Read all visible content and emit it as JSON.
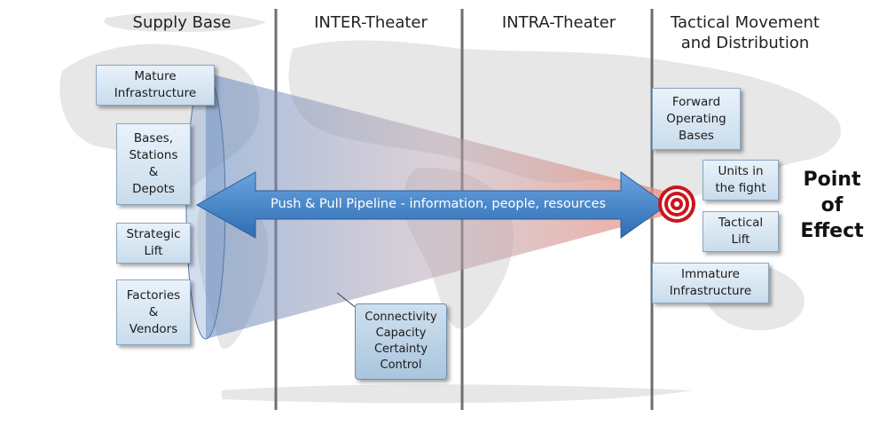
{
  "headers": {
    "supply_base": "Supply Base",
    "inter_theater": "INTER-Theater",
    "intra_theater": "INTRA-Theater",
    "tactical": [
      "Tactical Movement",
      "and Distribution"
    ]
  },
  "supply_boxes": {
    "mature_infrastructure": [
      "Mature",
      "Infrastructure"
    ],
    "bases_stations_depots": [
      "Bases,",
      "Stations",
      "&",
      "Depots"
    ],
    "strategic_lift": [
      "Strategic",
      "Lift"
    ],
    "factories_vendors": [
      "Factories",
      "&",
      "Vendors"
    ]
  },
  "tactical_boxes": {
    "forward_operating_bases": [
      "Forward",
      "Operating",
      "Bases"
    ],
    "units_in_fight": [
      "Units in",
      "the fight"
    ],
    "tactical_lift": [
      "Tactical",
      "Lift"
    ],
    "immature_infrastructure": [
      "Immature",
      "Infrastructure"
    ]
  },
  "pipeline_label": "Push & Pull Pipeline - information, people, resources",
  "callout": [
    "Connectivity",
    "Capacity",
    "Certainty",
    "Control"
  ],
  "point_of_effect": [
    "Point",
    "of",
    "Effect"
  ],
  "colors": {
    "arrow": "#3d7fc6",
    "cone_start": "#5f86bd",
    "cone_end": "#e88c78",
    "target": "#c8161d",
    "divider": "#6e6e6e",
    "box_fill": "#dce9f5",
    "box_border": "#8aa6bf"
  }
}
